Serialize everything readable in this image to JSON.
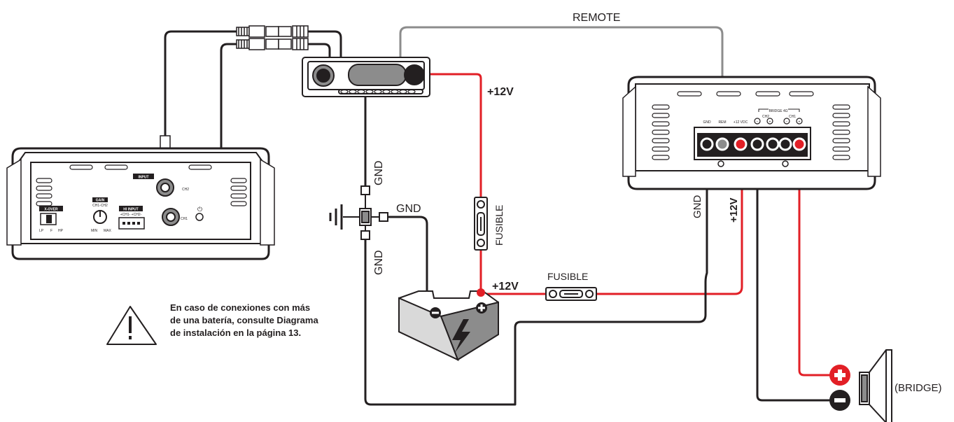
{
  "labels": {
    "remote": "REMOTE",
    "plus12_top": "+12V",
    "plus12_mid": "+12V",
    "plus12_amp2": "+12V",
    "gnd_vertical_top": "GND",
    "gnd_vertical_bottom": "GND",
    "gnd_horizontal": "GND",
    "gnd_amp2": "GND",
    "fusible_vertical": "FUSIBLE",
    "fusible_horizontal": "FUSIBLE",
    "bridge_speaker": "(BRIDGE)"
  },
  "warning": {
    "lines": [
      "En caso de conexiones con más",
      "de una batería, consulte Diagrama",
      "de instalación en la página 13."
    ]
  },
  "amp_left": {
    "input": "INPUT",
    "xover": "X-OVER",
    "lp": "LP",
    "f": "F",
    "hp": "HP",
    "gain": "GAIN",
    "gain_sub": "CH1-CH2",
    "min": "MIN",
    "max": "MAX",
    "hi_input": "HI INPUT",
    "hi_input_sub": "+CH1- +CH2-",
    "ch1": "CH1",
    "ch2": "CH2"
  },
  "amp_right": {
    "gnd": "GND",
    "rem": "REM",
    "vdc": "+12 VDC",
    "bridge": "BRIDGE 4Ω",
    "ch2": "CH2",
    "ch1": "CH1"
  },
  "colors": {
    "wire_black": "#231f20",
    "wire_red": "#e21f26",
    "wire_gray": "#8c8c8c"
  }
}
